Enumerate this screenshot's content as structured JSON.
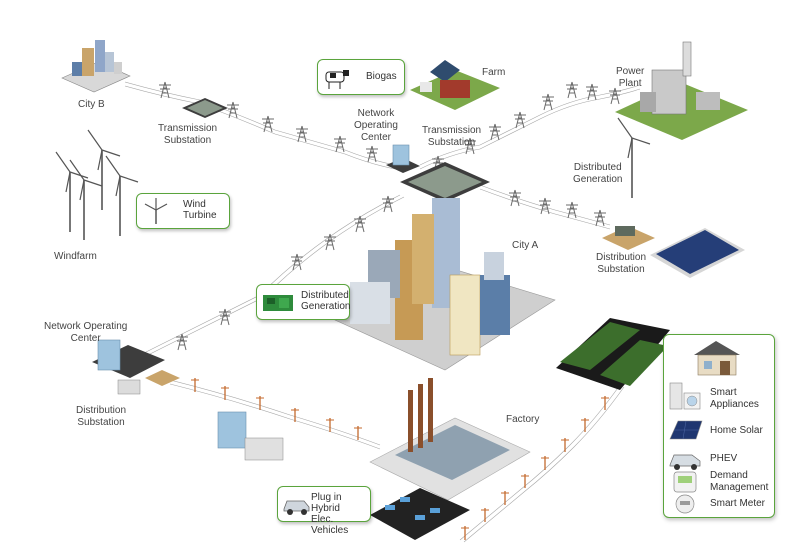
{
  "labels": {
    "city_b": "City B",
    "transmission_substation_1": [
      "Transmission",
      "Substation"
    ],
    "biogas": "Biogas",
    "farm": "Farm",
    "network_operating_center_top": [
      "Network",
      "Operating",
      "Center"
    ],
    "transmission_substation_2": [
      "Transmission",
      "Substation"
    ],
    "power_plant": [
      "Power",
      "Plant"
    ],
    "distributed_generation_top": [
      "Distributed",
      "Generation"
    ],
    "wind_turbine": [
      "Wind",
      "Turbine"
    ],
    "windfarm": "Windfarm",
    "city_a": "City A",
    "distribution_substation_right": [
      "Distribution",
      "Substation"
    ],
    "distributed_generation_mid": [
      "Distributed",
      "Generation"
    ],
    "network_operating_center_left": [
      "Network Operating",
      "Center"
    ],
    "distribution_substation_left": [
      "Distribution",
      "Substation"
    ],
    "factory": "Factory",
    "plug_in_hybrid": [
      "Plug in Hybrid",
      "Elec. Vehicles"
    ]
  },
  "legend": {
    "items": [
      {
        "label": [
          "Smart",
          "Appliances"
        ],
        "icon": "smart-appliances-icon"
      },
      {
        "label": [
          "Home Solar"
        ],
        "icon": "solar-panel-icon"
      },
      {
        "label": [
          "PHEV"
        ],
        "icon": "electric-car-icon"
      },
      {
        "label": [
          "Demand",
          "Management"
        ],
        "icon": "thermostat-icon"
      },
      {
        "label": [
          "Smart Meter"
        ],
        "icon": "smart-meter-icon"
      }
    ]
  },
  "colors": {
    "accent_green": "#5aa43c",
    "tower_gray": "#6b6b6b",
    "wire": "#9a9a9a",
    "pole_orange": "#c46a2e",
    "ground": "#e4e4e4"
  }
}
